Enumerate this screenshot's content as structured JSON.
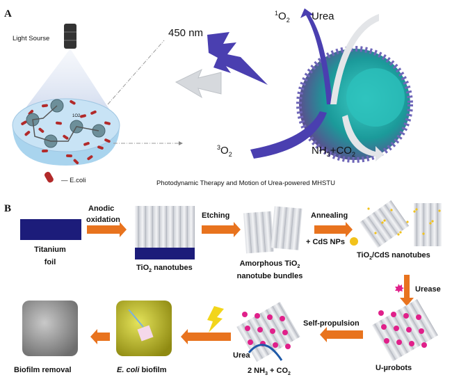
{
  "panel_a": {
    "label": "A",
    "light_source": "Light Sourse",
    "wavelength": "450 nm",
    "singlet_o2": {
      "sup": "1",
      "main": "O",
      "sub": "2"
    },
    "urea": "Urea",
    "triplet_o2": {
      "sup": "3",
      "main": "O",
      "sub": "2"
    },
    "products": {
      "a": "NH",
      "a_sub": "3",
      "b": "+CO",
      "b_sub": "2"
    },
    "dish_o2_label": "1O2",
    "legend": "— E.coli",
    "caption": "Photodynamic Therapy and Motion of Urea-powered MHSTU"
  },
  "panel_b": {
    "label": "B",
    "titanium_foil": [
      "Titanium",
      "foil"
    ],
    "anodic_oxidation": [
      "Anodic",
      "oxidation"
    ],
    "tio2_nanotubes": {
      "main": "TiO",
      "sub": "2",
      "rest": " nanotubes"
    },
    "etching": "Etching",
    "amorphous": {
      "main": "Amorphous TiO",
      "sub": "2",
      "line2": "nanotube bundles"
    },
    "annealing": "Annealing",
    "cds_nps": "+ CdS NPs",
    "tio2_cds": {
      "main": "TiO",
      "sub": "2",
      "rest": "/CdS nanotubes"
    },
    "urease": "Urease",
    "u_robots": "U-µrobots",
    "self_propulsion": "Self-propulsion",
    "urea": "Urea",
    "reaction": {
      "a": "2 NH",
      "a_sub": "3",
      "b": " + CO",
      "b_sub": "2"
    },
    "ecoli_biofilm": {
      "italic": "E. coli",
      "rest": " biofilm"
    },
    "biofilm_removal": "Biofilm removal"
  },
  "colors": {
    "navy": "#1c1c7a",
    "orange": "#e8731e",
    "purple": "#4a3fb0",
    "teal": "#1fa5a5",
    "magenta": "#e0208a",
    "yellow": "#f2c21b"
  }
}
